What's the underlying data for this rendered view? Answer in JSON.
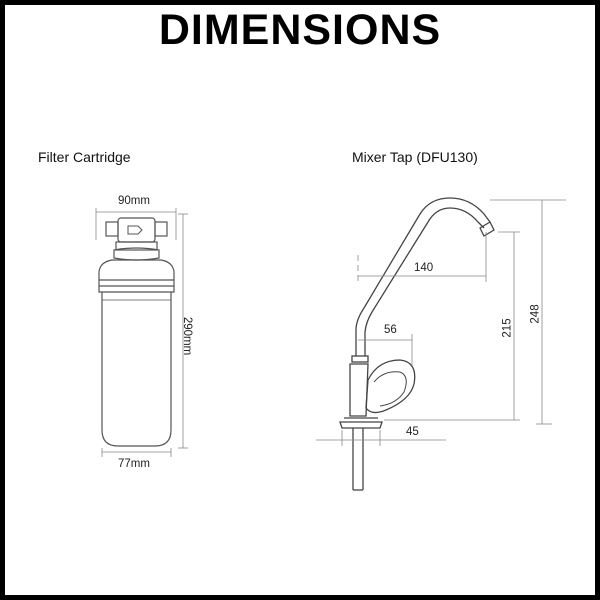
{
  "title": "DIMENSIONS",
  "filter": {
    "label": "Filter Cartridge",
    "width_top": "90mm",
    "height": "290mm",
    "width_bottom": "77mm"
  },
  "tap": {
    "label": "Mixer Tap (DFU130)",
    "dim_140": "140",
    "dim_56": "56",
    "dim_45": "45",
    "dim_215": "215",
    "dim_248": "248"
  }
}
